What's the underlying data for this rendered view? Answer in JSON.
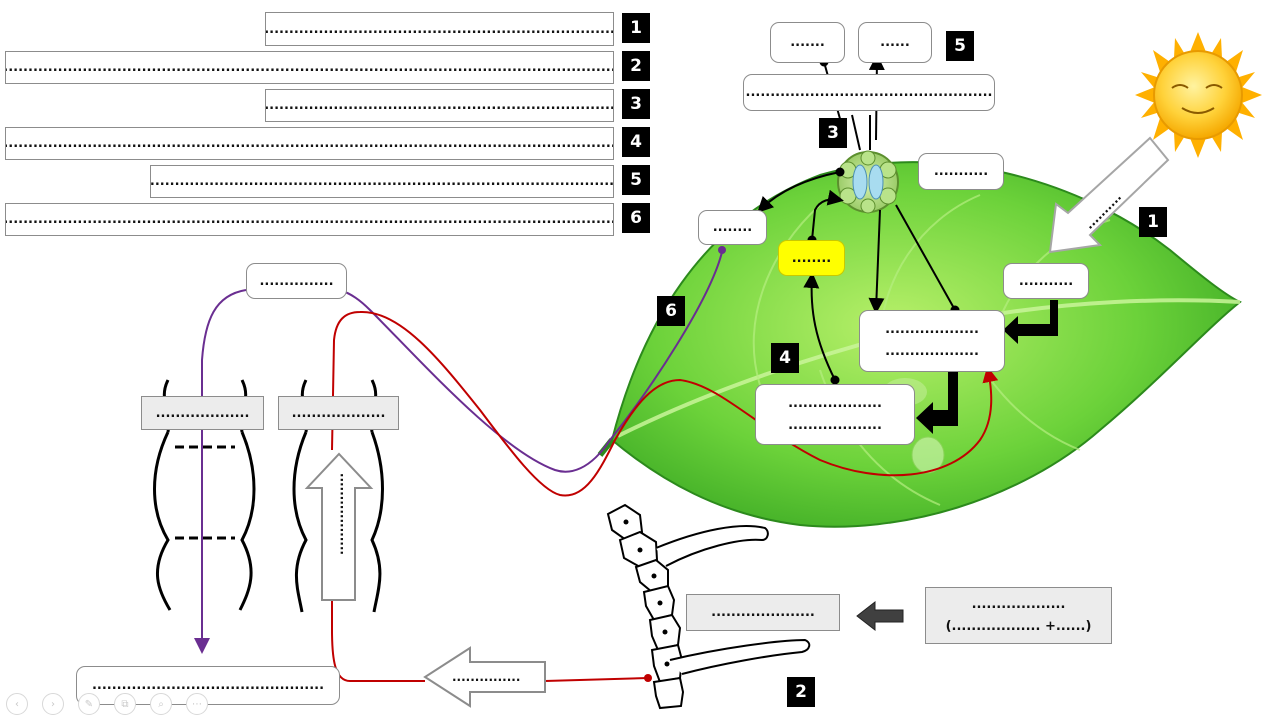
{
  "rows": [
    {
      "dots": "...........................................................................",
      "num": "1"
    },
    {
      "dots": "..................................................................................................................................................",
      "num": "2"
    },
    {
      "dots": "...........................................................................",
      "num": "3"
    },
    {
      "dots": "................................................................................................................................................",
      "num": "4"
    },
    {
      "dots": "................................................................................................",
      "num": "5"
    },
    {
      "dots": "................................................................................................................................................",
      "num": "6"
    }
  ],
  "diagram": {
    "top_left_box": ".......",
    "top_right_box": "......",
    "label_5": "5",
    "wide_box_top": "..................................................",
    "label_3": "3",
    "right_of_stomata": "...........",
    "left_small_box": "........",
    "yellow_box": "........",
    "sun_arrow_label": "..........",
    "label_1": "1",
    "right_box": "...........",
    "center_box_line1": "...................",
    "center_box_line2": "...................",
    "lower_box_line1": "...................",
    "lower_box_line2": "...................",
    "label_4": "4",
    "label_6": "6",
    "purple_top_box": "...............",
    "xylem_left_box": "...................",
    "xylem_right_box": "...................",
    "xylem_arrow_label": "..................",
    "bottom_left_box": "...............................................",
    "bottom_arrow_label": "...............",
    "root_box": ".....................",
    "soil_box_line1": "...................",
    "soil_box_line2": "(.................. +......)",
    "label_2": "2"
  },
  "nav": {
    "prev": "‹",
    "next": "›",
    "edit": "✎",
    "copy": "⧉",
    "zoom": "⌕",
    "more": "⋯"
  },
  "colors": {
    "leaf_light": "#8ee04a",
    "leaf_dark": "#2e9e1e",
    "sun": "#ffc21a",
    "purple_line": "#6a2e91",
    "red_line": "#c00000",
    "highlight": "#ffff00"
  }
}
